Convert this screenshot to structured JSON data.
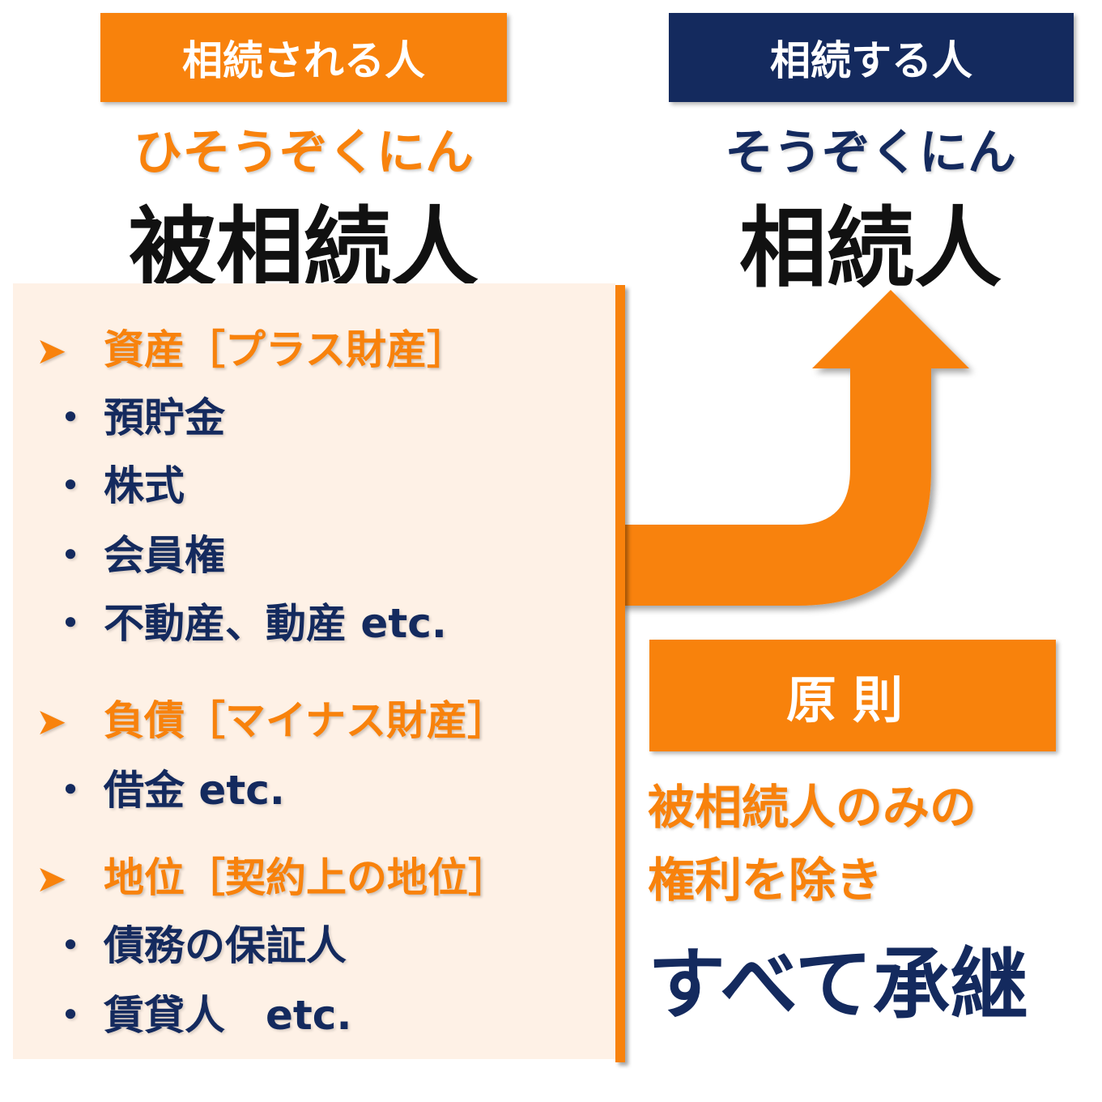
{
  "headers": {
    "left": "相続される人",
    "right": "相続する人"
  },
  "readings": {
    "left": "ひそうぞくにん",
    "right": "そうぞくにん"
  },
  "terms": {
    "left": "被相続人",
    "right": "相続人"
  },
  "marker": "➤",
  "bullet": "・",
  "categories": [
    {
      "title": "資産［プラス財産］",
      "items": [
        "預貯金",
        "株式",
        "会員権",
        "不動産、動産 etc."
      ]
    },
    {
      "title": "負債［マイナス財産］",
      "items": [
        "借金 etc."
      ]
    },
    {
      "title": "地位［契約上の地位］",
      "items": [
        "債務の保証人",
        "賃貸人　etc."
      ]
    }
  ],
  "principle": {
    "label": "原則",
    "note_line1": "被相続人のみの",
    "note_line2": "権利を除き",
    "conclusion": "すべて承継"
  },
  "colors": {
    "orange": "#f8820c",
    "navy": "#142a5e",
    "panel": "#fef1e6"
  }
}
